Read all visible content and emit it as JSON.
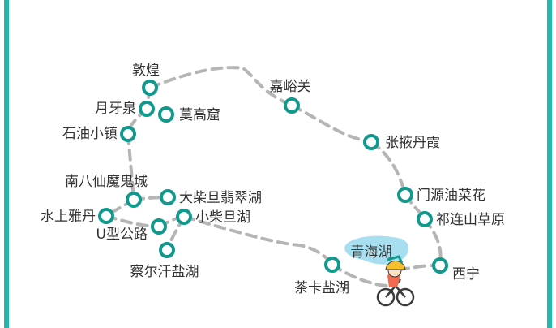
{
  "colors": {
    "route": "#b5b5b5",
    "marker": "#12998e",
    "lake": "#a7dff0",
    "border": "#20b8ab",
    "text": "#333333"
  },
  "stops": {
    "dunhuang": "敦煌",
    "yueyaquan": "月牙泉",
    "mogaoku": "莫高窟",
    "shiyouxiaozhen": "石油小镇",
    "jiayuguan": "嘉峪关",
    "zhangyedanxia": "张掖丹霞",
    "nanbaxian": "南八仙魔鬼城",
    "dachaidan": "大柴旦翡翠湖",
    "xiaochaidan": "小柴旦湖",
    "shuishangyadan": "水上雅丹",
    "uxinggonglu": "U型公路",
    "chaerhan": "察尔汗盐湖",
    "menyuan": "门源油菜花",
    "qilianshan": "祁连山草原",
    "qinghaihu": "青海湖",
    "chaka": "茶卡盐湖",
    "xining": "西宁"
  }
}
